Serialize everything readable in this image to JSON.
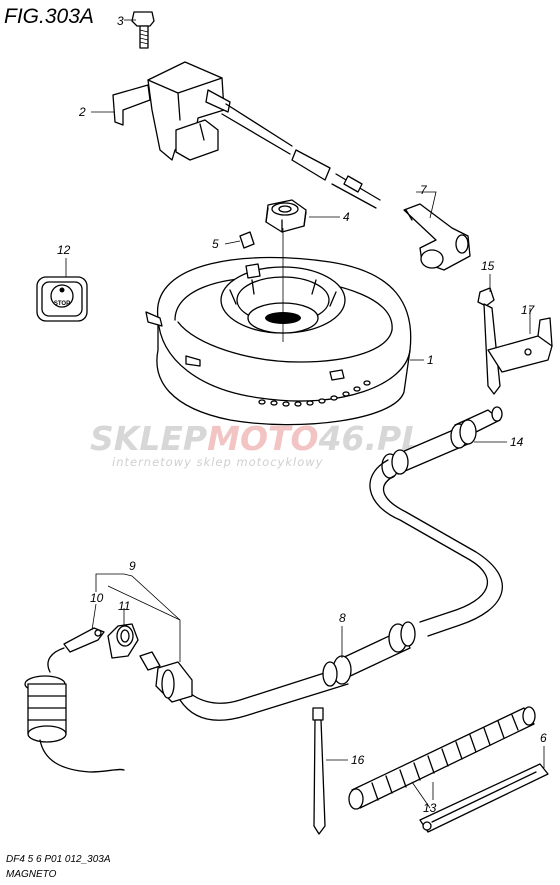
{
  "figure": {
    "title": "FIG.303A",
    "footer_code": "DF4 5 6 P01 012_303A",
    "footer_name": "MAGNETO"
  },
  "watermark": {
    "brand_part1": "SKLEP",
    "brand_part2": "MOTO",
    "brand_part3": "46",
    "brand_part4": ".PL",
    "tagline": "internetowy sklep motocyklowy"
  },
  "callouts": {
    "c1": "1",
    "c2": "2",
    "c3": "3",
    "c4": "4",
    "c5": "5",
    "c6": "6",
    "c7": "7",
    "c8": "8",
    "c9": "9",
    "c10": "10",
    "c11": "11",
    "c12": "12",
    "c13": "13",
    "c14": "14",
    "c15": "15",
    "c16": "16",
    "c17": "17"
  },
  "stop_switch": {
    "label": "STOP"
  }
}
